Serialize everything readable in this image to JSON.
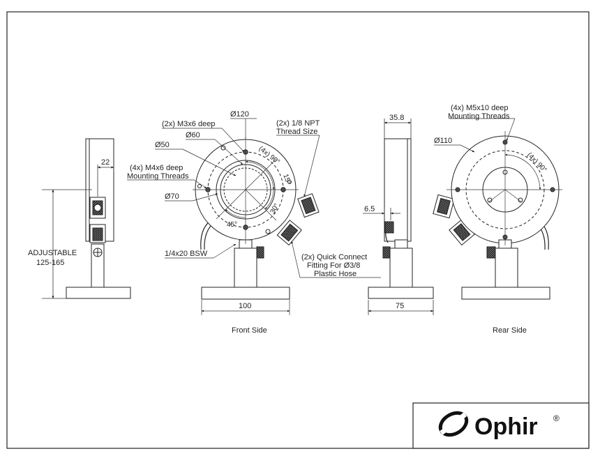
{
  "labels": {
    "side_dim_22": "22",
    "adjustable": "ADJUSTABLE",
    "adjustable_range": "125-165",
    "dia_120": "Ø120",
    "m3x6": "(2x) M3x6 deep",
    "dia_60": "Ø60",
    "dia_50": "Ø50",
    "m4x6_line1": "(4x) M4x6 deep",
    "m4x6_line2": "Mounting Threads",
    "dia_70": "Ø70",
    "npt_line1": "(2x) 1/8 NPT",
    "npt_line2": "Thread Size",
    "angle_4x90_front": "(4x) 90°",
    "angle_15": "15°",
    "angle_30": "30°",
    "angle_45": "45°",
    "bsw": "1/4x20 BSW",
    "qc_line1": "(2x) Quick Connect",
    "qc_line2": "Fitting For Ø3/8",
    "qc_line3": "Plastic Hose",
    "front_width": "100",
    "front_side": "Front Side",
    "depth_35_8": "35.8",
    "depth_6_5": "6.5",
    "depth_75": "75",
    "m5x10_line1": "(4x) M5x10 deep",
    "m5x10_line2": "Mounting Threads",
    "dia_110": "Ø110",
    "angle_4x90_rear": "(4x) 90°",
    "rear_side": "Rear Side"
  },
  "logo": {
    "text": "Ophir",
    "mark": "®"
  },
  "colors": {
    "line": "#1a1a1a",
    "dim": "#333333",
    "fill": "#f2f2f2"
  }
}
